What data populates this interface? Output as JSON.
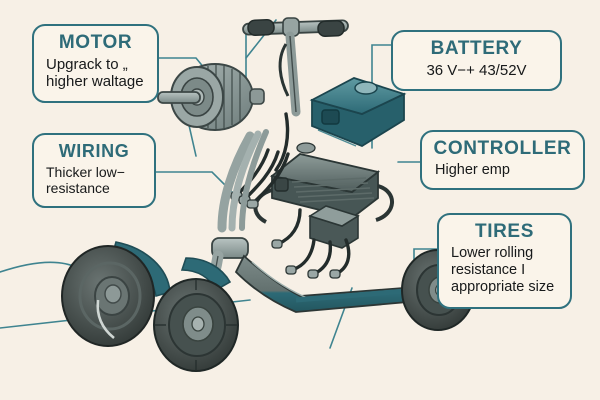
{
  "figure": {
    "subject": "electric-scooter-upgrade-diagram",
    "background_color": "#f7f0e6",
    "accent_color": "#2f717e",
    "title_color": "#2e6b78",
    "body_text_color": "#17191a"
  },
  "callouts": [
    {
      "id": "motor",
      "title": "MOTOR",
      "body": "Upgrack to „\nhigher waltage"
    },
    {
      "id": "battery",
      "title": "BATTERY",
      "body": "36 V−+ 43/52V"
    },
    {
      "id": "wiring",
      "title": "WIRING",
      "body": "Thicker low−\nresistance"
    },
    {
      "id": "controller",
      "title": "CONTROLLER",
      "body": "Higher emp"
    },
    {
      "id": "tires",
      "title": "TIRES",
      "body": "Lower rolling\nresistance I\nappropriate size"
    }
  ],
  "illustration_parts": [
    "brushless-motor",
    "battery-pack",
    "controller-box",
    "wiring-harness",
    "scooter-body",
    "front-wheel",
    "rear-wheel",
    "spare-wheel-with-fender"
  ]
}
